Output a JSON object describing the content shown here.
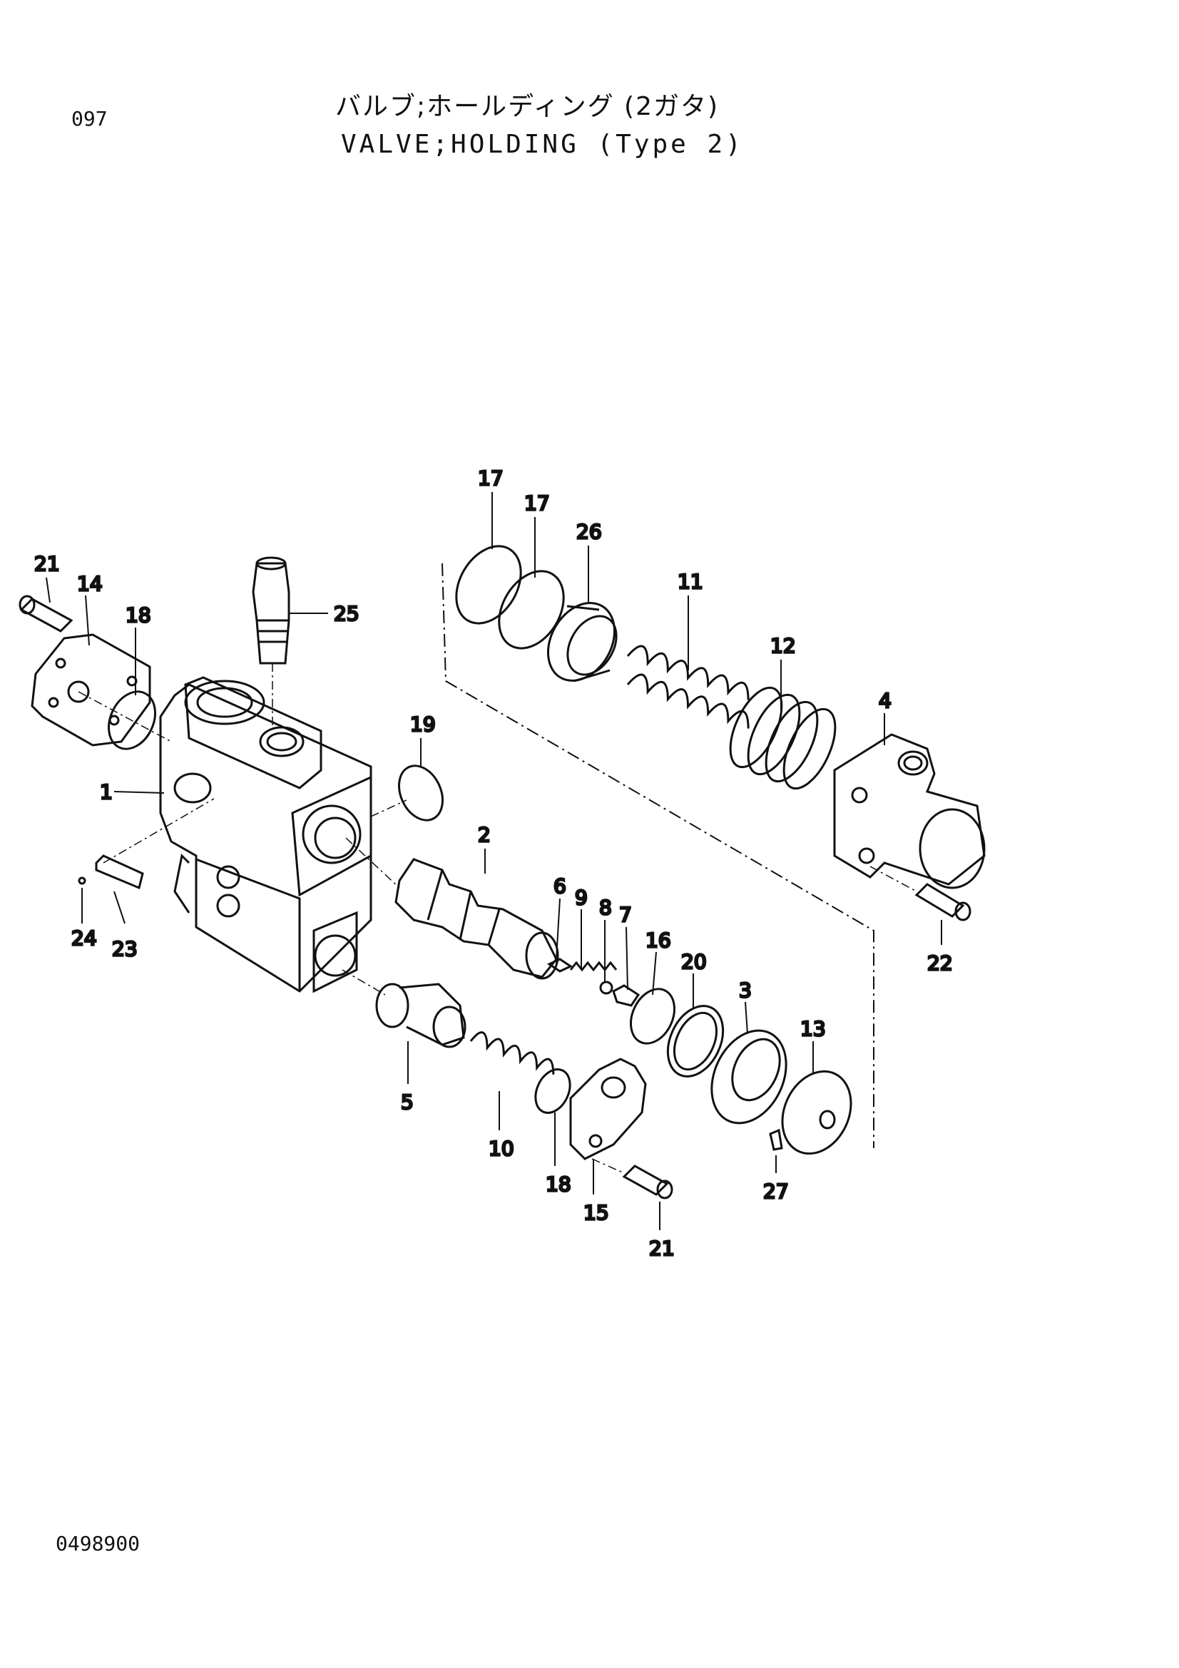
{
  "header": {
    "page_number": "097",
    "title_jp": "バルブ;ホールディング (2ガタ)",
    "title_en": "VALVE;HOLDING (Type 2)"
  },
  "footer": {
    "drawing_number": "0498900"
  },
  "callouts": {
    "p1": "1",
    "p2": "2",
    "p3": "3",
    "p4": "4",
    "p5": "5",
    "p6": "6",
    "p7": "7",
    "p8": "8",
    "p9": "9",
    "p10": "10",
    "p11": "11",
    "p12": "12",
    "p13": "13",
    "p14": "14",
    "p15": "15",
    "p16": "16",
    "p17a": "17",
    "p17b": "17",
    "p18a": "18",
    "p18b": "18",
    "p19": "19",
    "p20": "20",
    "p21a": "21",
    "p21b": "21",
    "p22": "22",
    "p23": "23",
    "p24": "24",
    "p25": "25",
    "p26": "26",
    "p27": "27"
  },
  "style": {
    "line_color": "#111111"
  }
}
